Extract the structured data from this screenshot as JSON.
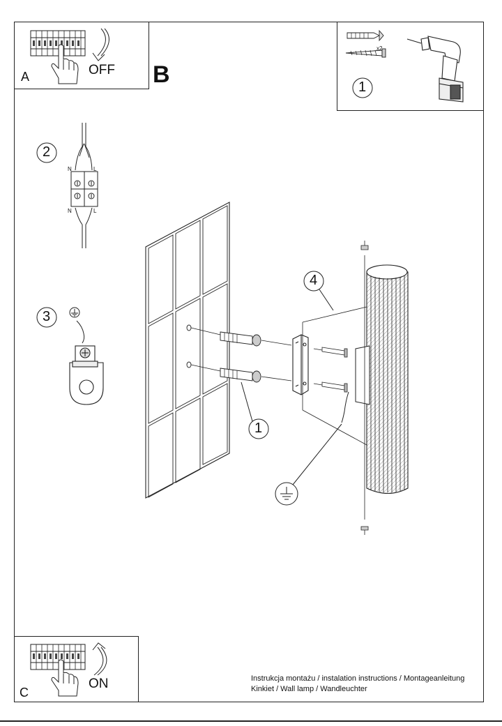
{
  "panel_a": {
    "letter": "A",
    "action": "OFF"
  },
  "section_b": {
    "letter": "B"
  },
  "panel_tools": {
    "step": "1",
    "quantity": "x2"
  },
  "step2": {
    "number": "2",
    "terminals": [
      "N",
      "L",
      "N",
      "L"
    ]
  },
  "step3": {
    "number": "3"
  },
  "main_labels": {
    "bracket_step": "4",
    "wall_step": "1"
  },
  "panel_c": {
    "letter": "C",
    "action": "ON"
  },
  "footer": {
    "line1": "Instrukcja montażu / instalation instructions / Montageanleitung",
    "line2": "Kinkiet / Wall lamp / Wandleuchter"
  }
}
